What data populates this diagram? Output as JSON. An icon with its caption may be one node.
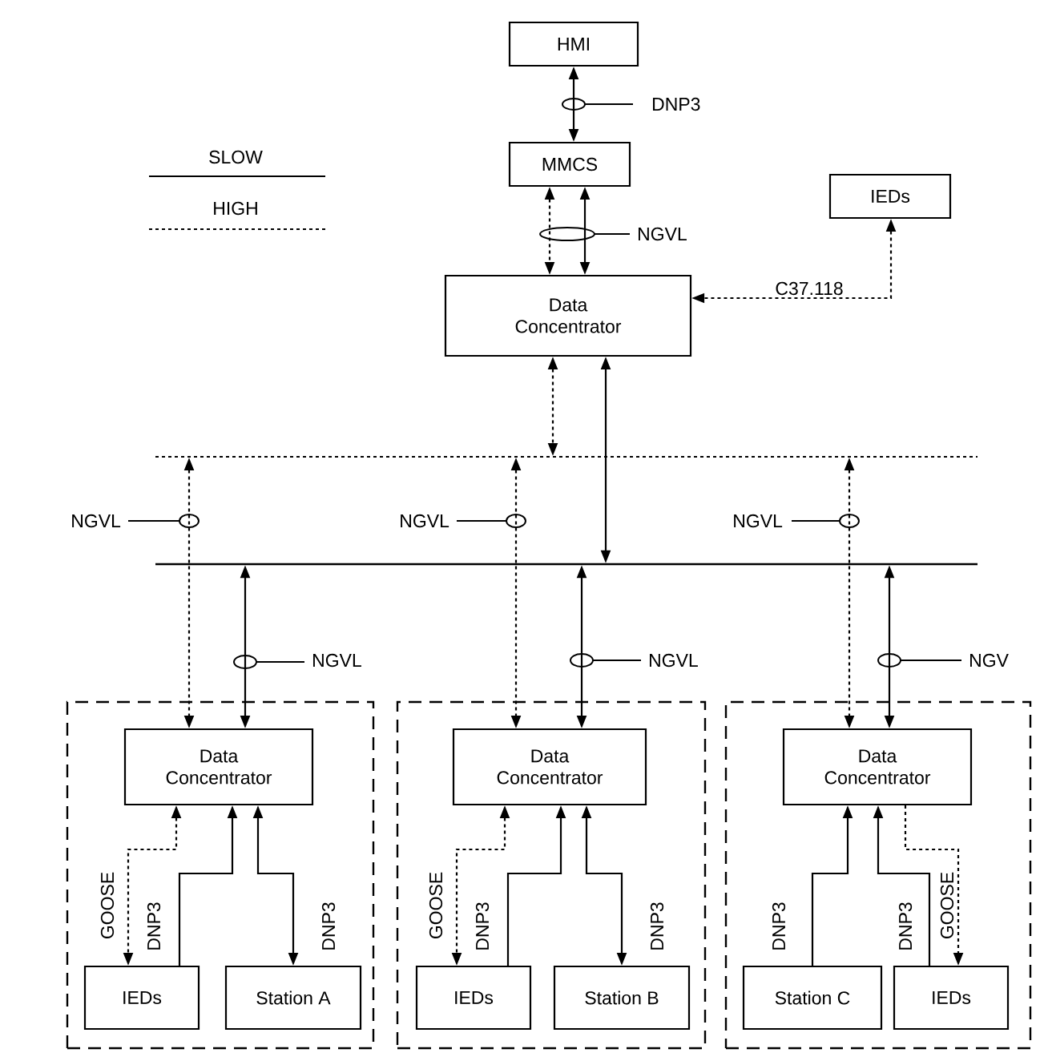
{
  "diagram": {
    "nodes": [
      {
        "text": [
          "HMI"
        ]
      },
      {
        "text": [
          "MMCS"
        ]
      },
      {
        "text": [
          "IEDs"
        ]
      },
      {
        "text": [
          "Data Concentrator"
        ]
      },
      {
        "text": [],
        "shape": "bar"
      },
      {
        "text": [],
        "shape": "bar"
      },
      {
        "text": [],
        "shape": "box"
      },
      {
        "text": [
          "Data Concentrator"
        ],
        "in": 6
      },
      {
        "text": [
          "IEDs"
        ],
        "in": 6
      },
      {
        "text": [
          "Station A"
        ],
        "in": 6
      },
      {
        "text": [],
        "shape": "box"
      },
      {
        "text": [
          "Data Concentrator"
        ],
        "in": 10
      },
      {
        "text": [
          "IEDs"
        ],
        "in": 10
      },
      {
        "text": [
          "Station B"
        ],
        "in": 10
      },
      {
        "text": [],
        "shape": "box"
      },
      {
        "text": [
          "Data Concentrator"
        ],
        "in": 14
      },
      {
        "text": [
          "Station C"
        ],
        "in": 14
      },
      {
        "text": [
          "IEDs"
        ],
        "in": 14
      }
    ],
    "edges": [
      {
        "from": 0,
        "to": 1,
        "arrow": "both",
        "label": "DNP3"
      },
      {
        "from": 1,
        "to": 3,
        "arrow": "both",
        "style": "dashed"
      },
      {
        "from": 1,
        "to": 3,
        "arrow": "both",
        "label": "NGVL"
      },
      {
        "from": 2,
        "to": 3,
        "arrow": "both",
        "style": "dashed",
        "label": "C37.118"
      },
      {
        "from": 3,
        "to": 4,
        "arrow": "both",
        "style": "dashed"
      },
      {
        "from": 3,
        "to": 5,
        "arrow": "both"
      },
      {
        "from": 4,
        "to": 7,
        "arrow": "both",
        "style": "dashed",
        "label": "NGVL"
      },
      {
        "from": 5,
        "to": 7,
        "arrow": "both",
        "label": "NGVL"
      },
      {
        "from": 4,
        "to": 11,
        "arrow": "both",
        "style": "dashed",
        "label": "NGVL"
      },
      {
        "from": 5,
        "to": 11,
        "arrow": "both",
        "label": "NGVL"
      },
      {
        "from": 4,
        "to": 15,
        "arrow": "both",
        "style": "dashed",
        "label": "NGVL"
      },
      {
        "from": 5,
        "to": 15,
        "arrow": "both",
        "label": "NGV"
      },
      {
        "from": 7,
        "to": 8,
        "arrow": "both",
        "style": "dashed",
        "label": "GOOSE"
      },
      {
        "from": 8,
        "to": 7,
        "arrow": "to",
        "label": "DNP3"
      },
      {
        "from": 9,
        "to": 7,
        "arrow": "both",
        "label": "DNP3"
      },
      {
        "from": 11,
        "to": 12,
        "arrow": "both",
        "style": "dashed",
        "label": "GOOSE"
      },
      {
        "from": 12,
        "to": 11,
        "arrow": "to",
        "label": "DNP3"
      },
      {
        "from": 13,
        "to": 11,
        "arrow": "both",
        "label": "DNP3"
      },
      {
        "from": 16,
        "to": 15,
        "arrow": "to",
        "label": "DNP3"
      },
      {
        "from": 17,
        "to": 15,
        "arrow": "to",
        "label": "DNP3"
      },
      {
        "from": 15,
        "to": 17,
        "arrow": "to",
        "style": "dashed",
        "label": "GOOSE"
      }
    ],
    "legend": [
      {
        "text": "SLOW"
      },
      {
        "text": "HIGH"
      }
    ]
  }
}
